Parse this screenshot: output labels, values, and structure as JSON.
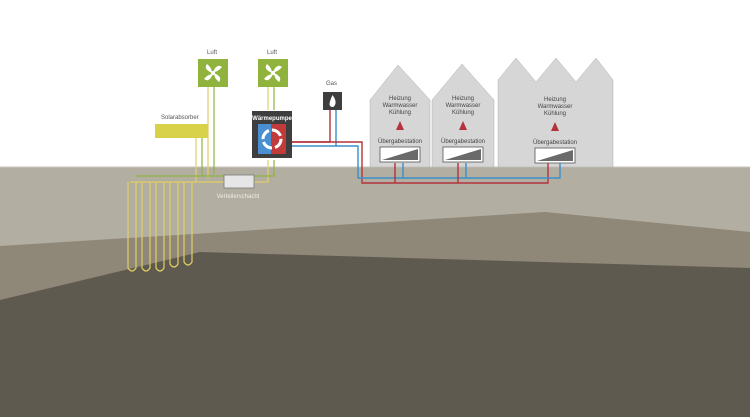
{
  "labels": {
    "luft_1": "Luft",
    "luft_2": "Luft",
    "gas": "Gas",
    "solarabsorber": "Solarabsorber",
    "waermepumpe": "Wärmepumpe",
    "verteilerschacht": "Verteilerschacht"
  },
  "buildings": [
    {
      "line1": "Heizung",
      "line2": "Warmwasser",
      "line3": "Kühlung",
      "station": "Übergabestation"
    },
    {
      "line1": "Heizung",
      "line2": "Warmwasser",
      "line3": "Kühlung",
      "station": "Übergabestation"
    },
    {
      "line1": "Heizung",
      "line2": "Warmwasser",
      "line3": "Kühlung",
      "station": "Übergabestation"
    }
  ],
  "colors": {
    "ground_top": "#8f8777",
    "ground_mid": "#b3aea2",
    "ground_deep": "#5f5a50",
    "pipe_yellow": "#e2cf62",
    "pipe_green": "#8fb33c",
    "pipe_red": "#b4323c",
    "pipe_blue": "#3a8fc9",
    "building": "#d6d6d6",
    "fan_green": "#8fb33c",
    "dark_box": "#3e3e3e"
  },
  "icons": [
    "fan-icon",
    "fan-icon",
    "flame-icon",
    "heat-pump-cycle-icon",
    "heat-arrow-icon",
    "station-icon"
  ]
}
